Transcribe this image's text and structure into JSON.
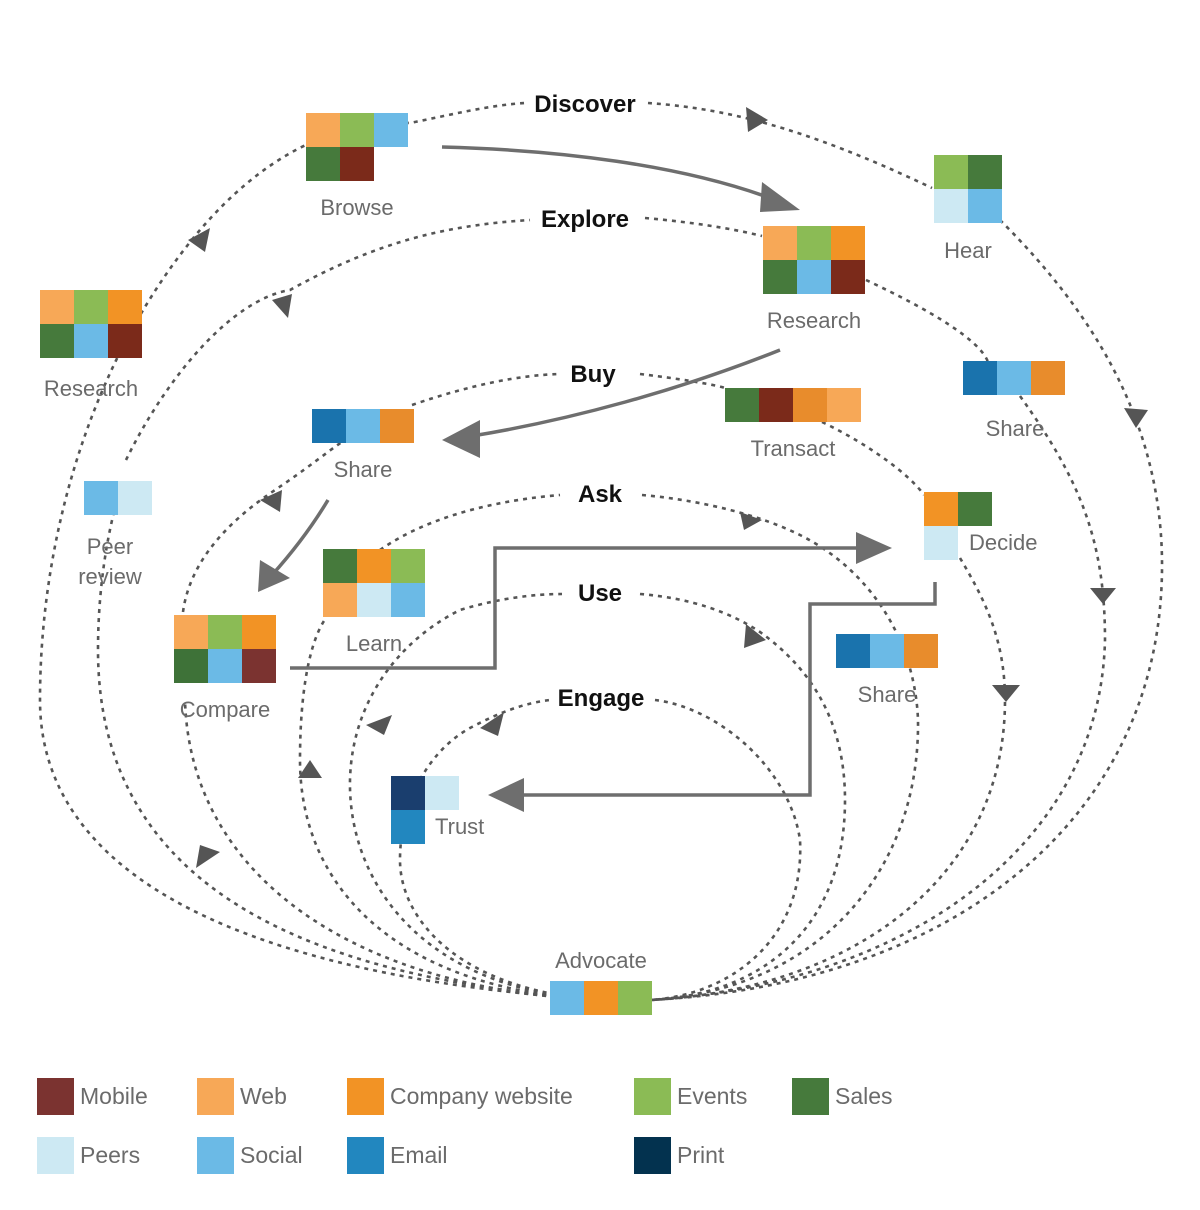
{
  "colors": {
    "mobile": "#7b3330",
    "web": "#f7a857",
    "company_website": "#f29325",
    "events": "#8bbb55",
    "sales": "#467a3c",
    "peers": "#cde9f3",
    "social": "#6bbae6",
    "email": "#2287bf",
    "print": "#03324f",
    "navy": "#1a3e6e",
    "dark_red": "#7b2a1a",
    "deep_blue": "#1a73ad",
    "mid_orange": "#e88c2c",
    "mid_green": "#3e7238"
  },
  "phases": {
    "discover": "Discover",
    "explore": "Explore",
    "buy": "Buy",
    "ask": "Ask",
    "use": "Use",
    "engage": "Engage"
  },
  "nodes": {
    "browse": {
      "label": "Browse",
      "cells": [
        "web",
        "events",
        "social",
        "sales",
        "dark_red"
      ]
    },
    "hear": {
      "label": "Hear",
      "cells": [
        "events",
        "sales",
        "peers",
        "social"
      ]
    },
    "research_left": {
      "label": "Research",
      "cells": [
        "web",
        "events",
        "company_website",
        "sales",
        "social",
        "dark_red"
      ]
    },
    "research_right": {
      "label": "Research",
      "cells": [
        "web",
        "events",
        "company_website",
        "sales",
        "social",
        "dark_red"
      ]
    },
    "share_top_right": {
      "label": "Share",
      "cells": [
        "deep_blue",
        "social",
        "mid_orange"
      ]
    },
    "transact": {
      "label": "Transact",
      "cells": [
        "sales",
        "dark_red",
        "mid_orange",
        "web"
      ]
    },
    "share_left": {
      "label": "Share",
      "cells": [
        "deep_blue",
        "social",
        "mid_orange"
      ]
    },
    "peer_review": {
      "label_line1": "Peer",
      "label_line2": "review",
      "cells": [
        "social",
        "peers"
      ]
    },
    "decide": {
      "label": "Decide",
      "cells": [
        "company_website",
        "sales",
        "peers"
      ]
    },
    "learn": {
      "label": "Learn",
      "cells": [
        "sales",
        "company_website",
        "events",
        "web",
        "peers",
        "social"
      ]
    },
    "compare": {
      "label": "Compare",
      "cells": [
        "web",
        "events",
        "company_website",
        "mid_green",
        "social",
        "mobile"
      ]
    },
    "share_right": {
      "label": "Share",
      "cells": [
        "deep_blue",
        "social",
        "mid_orange"
      ]
    },
    "trust": {
      "label": "Trust",
      "cells": [
        "navy",
        "peers",
        "email"
      ]
    },
    "advocate": {
      "label": "Advocate",
      "cells": [
        "social",
        "company_website",
        "events"
      ]
    }
  },
  "legend": [
    {
      "key": "mobile",
      "label": "Mobile"
    },
    {
      "key": "web",
      "label": "Web"
    },
    {
      "key": "company_website",
      "label": "Company website"
    },
    {
      "key": "events",
      "label": "Events"
    },
    {
      "key": "sales",
      "label": "Sales"
    },
    {
      "key": "peers",
      "label": "Peers"
    },
    {
      "key": "social",
      "label": "Social"
    },
    {
      "key": "email",
      "label": "Email"
    },
    {
      "key": "print",
      "label": "Print"
    }
  ]
}
